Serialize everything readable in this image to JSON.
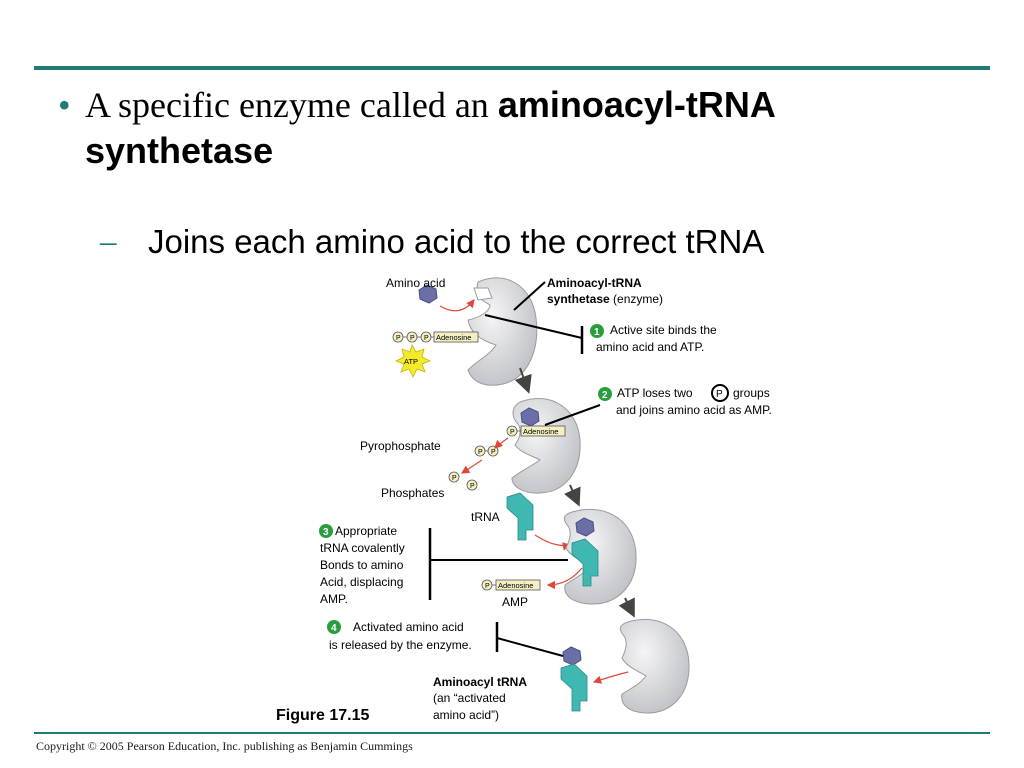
{
  "slide": {
    "bullet_marker": "•",
    "bullet_prefix": "A specific enzyme called an ",
    "bullet_bold": "aminoacyl-tRNA synthetase",
    "sub_marker": "–",
    "sub_text": "Joins each amino acid to the correct tRNA",
    "figure_label": "Figure 17.15",
    "copyright": "Copyright © 2005 Pearson Education, Inc. publishing as Benjamin Cummings"
  },
  "diagram": {
    "amino_acid": "Amino acid",
    "enzyme_name": "Aminoacyl-tRNA",
    "enzyme_name_2": "synthetase",
    "enzyme_paren": " (enzyme)",
    "p": "P",
    "adenosine": "Adenosine",
    "atp": "ATP",
    "pyrophosphate": "Pyrophosphate",
    "phosphates": "Phosphates",
    "trna": "tRNA",
    "amp": "AMP",
    "aminoacyl_trna": "Aminoacyl tRNA",
    "activated_1": "(an “activated",
    "activated_2": "amino acid”)",
    "steps": [
      {
        "num": "1",
        "lines": [
          "Active site binds the",
          "amino acid and ATP."
        ]
      },
      {
        "num": "2",
        "lines": [
          "ATP loses two",
          "groups",
          "and joins amino acid as AMP."
        ]
      },
      {
        "num": "3",
        "lines": [
          "Appropriate",
          "tRNA covalently",
          "Bonds to amino",
          "Acid, displacing",
          "AMP."
        ]
      },
      {
        "num": "4",
        "lines": [
          "Activated amino acid",
          "is released by the enzyme."
        ]
      }
    ]
  },
  "colors": {
    "accent": "#1f7a78",
    "enzyme": "#d6d7db",
    "amino": "#6a6fa8",
    "trna": "#3fb8b2",
    "phosphate_fill": "#f3efc2",
    "atp_burst": "#f4ea2c",
    "arrow_red": "#e0473a",
    "step_badge": "#2a9d3d"
  }
}
